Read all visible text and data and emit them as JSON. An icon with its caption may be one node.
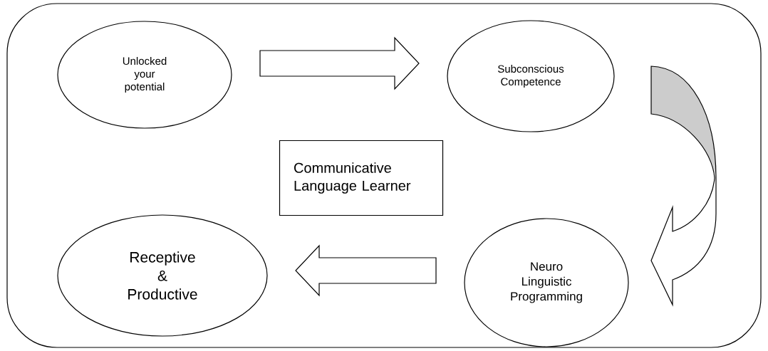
{
  "diagram": {
    "nodes": [
      {
        "text": [],
        "shape": "box"
      },
      {
        "text": [
          "Unlocked your potential"
        ],
        "in": 0
      },
      {
        "text": [
          "Subconscious Competence"
        ],
        "in": 0
      },
      {
        "text": [
          "Communicative Language Learner"
        ],
        "in": 0
      },
      {
        "text": [
          "Receptive & Productive"
        ],
        "in": 0
      },
      {
        "text": [
          "Neuro Linguistic Programming"
        ],
        "in": 0
      }
    ],
    "edges": [
      {
        "from": 1,
        "to": 2,
        "arrow": "to"
      },
      {
        "from": 2,
        "to": 5,
        "arrow": "to"
      },
      {
        "from": 5,
        "to": 4,
        "arrow": "to"
      }
    ]
  }
}
